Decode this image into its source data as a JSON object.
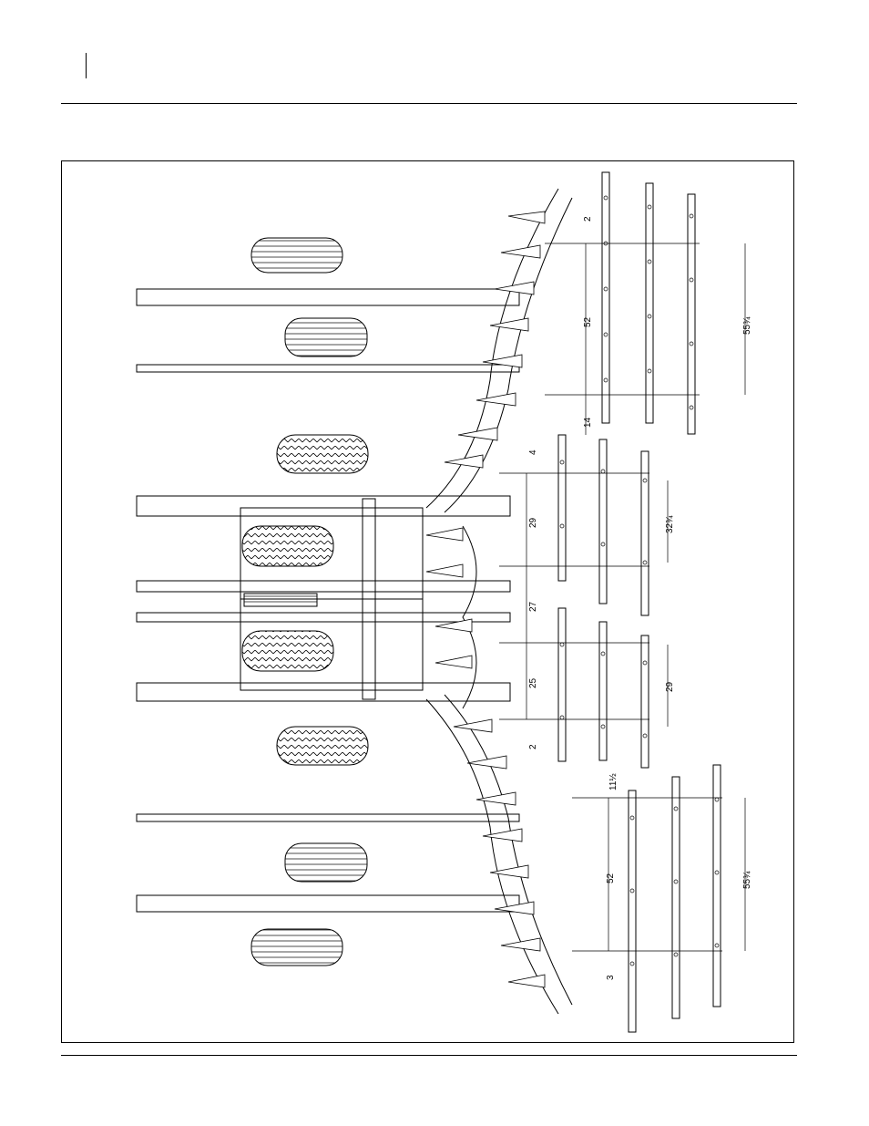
{
  "dimensions": {
    "top_a": "2",
    "top_b": "52",
    "top_c": "55¾",
    "top_d": "14",
    "mid_a": "4",
    "mid_b": "29",
    "mid_c": "32¾",
    "mid_d": "27",
    "mid_e": "25",
    "mid_f": "29",
    "mid_g": "2",
    "bot_a": "11½",
    "bot_b": "52",
    "bot_c": "55¾",
    "bot_d": "3"
  }
}
